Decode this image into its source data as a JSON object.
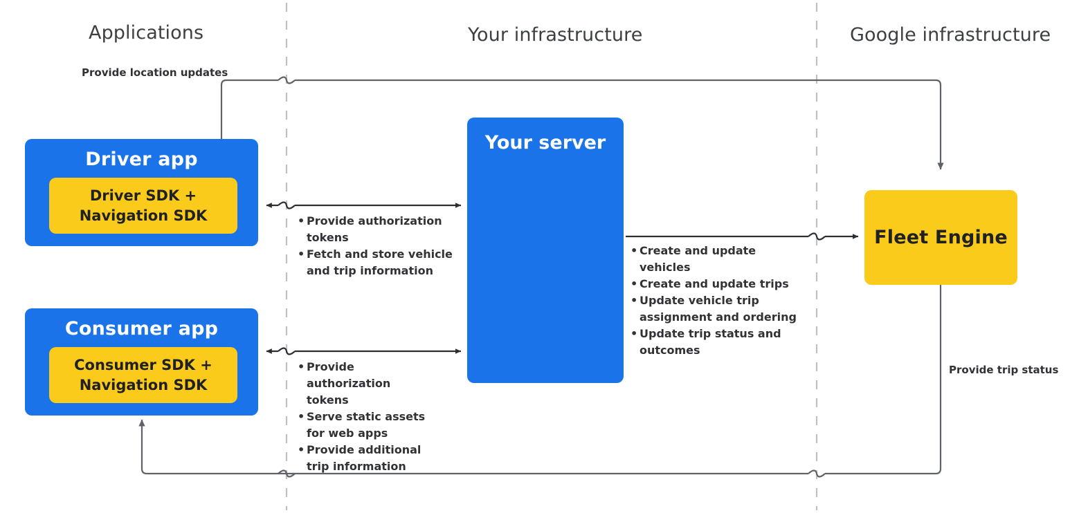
{
  "zones": [
    {
      "label": "Applications"
    },
    {
      "label": "Your infrastructure"
    },
    {
      "label": "Google infrastructure"
    }
  ],
  "colors": {
    "app_blue": "#1a73e8",
    "sdk_yellow": "#fbcb1b",
    "engine_yellow": "#fbcb1b",
    "line_gray": "#5f6368",
    "divider_gray": "#bdc1c6",
    "text_dark": "#303236",
    "title_gray": "#3c4043"
  },
  "nodes": {
    "driver_app": {
      "title": "Driver app",
      "sdk_label": "Driver SDK +\nNavigation SDK"
    },
    "consumer_app": {
      "title": "Consumer app",
      "sdk_label": "Consumer SDK +\nNavigation SDK"
    },
    "server": {
      "title": "Your server"
    },
    "fleet_engine": {
      "title": "Fleet Engine"
    }
  },
  "edges": {
    "location_updates": {
      "label": "Provide location updates"
    },
    "trip_status": {
      "label": "Provide trip status"
    },
    "driver_server": {
      "items": [
        "Provide authorization tokens",
        "Fetch and store vehicle and trip information"
      ]
    },
    "consumer_server": {
      "items": [
        "Provide authorization tokens",
        "Serve static assets for web apps",
        "Provide additional trip information"
      ]
    },
    "server_engine": {
      "items": [
        "Create and update vehicles",
        "Create and update trips",
        "Update vehicle trip assignment and ordering",
        "Update trip status and outcomes"
      ]
    }
  }
}
